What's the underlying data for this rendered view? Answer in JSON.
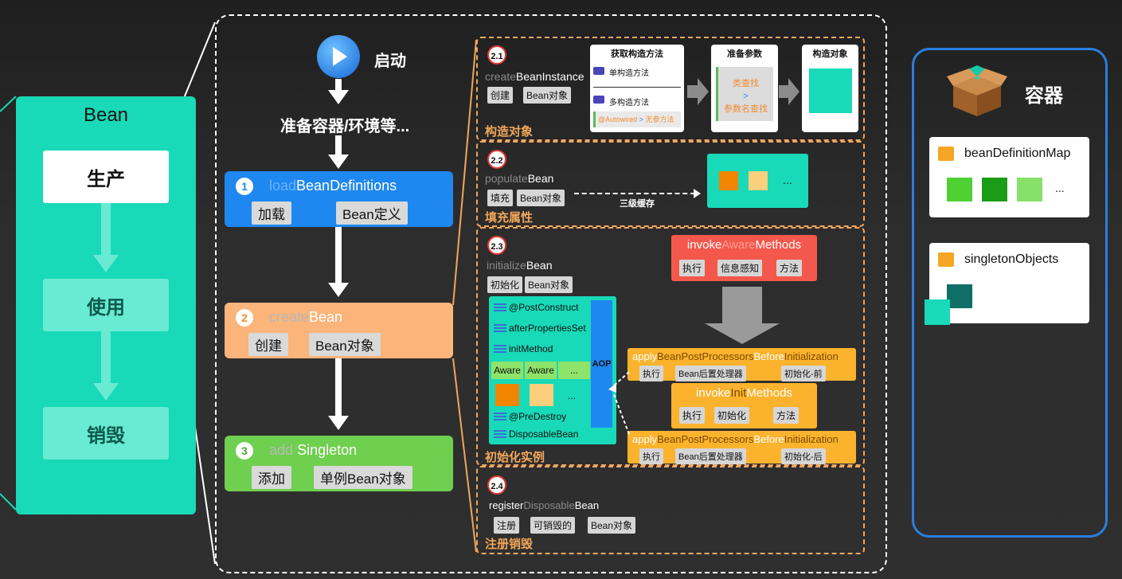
{
  "bean_panel": {
    "title": "Bean",
    "stages": [
      "生产",
      "使用",
      "销毁"
    ]
  },
  "flow": {
    "start_label": "启动",
    "prepare_label": "准备容器/环境等...",
    "steps": [
      {
        "num": "1",
        "fn_prefix": "load",
        "fn_main": "BeanDefinitions",
        "tags": [
          "加载",
          "Bean定义"
        ]
      },
      {
        "num": "2",
        "fn_prefix": "create",
        "fn_main": "Bean",
        "tags": [
          "创建",
          "Bean对象"
        ]
      },
      {
        "num": "3",
        "fn_prefix": "add",
        "fn_main": "Singleton",
        "tags": [
          "添加",
          "单例Bean对象"
        ]
      }
    ]
  },
  "sections": {
    "s21": {
      "num": "2.1",
      "fn_prefix": "create",
      "fn_main": "BeanInstance",
      "tags": [
        "创建",
        "Bean对象"
      ],
      "title": "构造对象",
      "card1": {
        "title": "获取构造方法",
        "item1": "单构造方法",
        "item2": "多构造方法",
        "autowired": "@Autowired",
        "gt": ">",
        "noarg": "无参方法"
      },
      "card2": {
        "title": "准备参数",
        "line1": "类查找",
        "gt": ">",
        "line2": "参数名查找"
      },
      "card3": {
        "title": "构造对象"
      }
    },
    "s22": {
      "num": "2.2",
      "fn_prefix": "populate",
      "fn_main": "Bean",
      "tags": [
        "填充",
        "Bean对象"
      ],
      "title": "填充属性",
      "cache_label": "三级缓存",
      "ellipsis": "..."
    },
    "s23": {
      "num": "2.3",
      "fn_main1": "initialize",
      "fn_main2": "Bean",
      "tags": [
        "初始化",
        "Bean对象"
      ],
      "title": "初始化实例",
      "items": [
        "@PostConstruct",
        "afterPropertiesSet",
        "initMethod"
      ],
      "aware": [
        "Aware",
        "Aware",
        "..."
      ],
      "items2": [
        "@PreDestroy",
        "DisposableBean"
      ],
      "aop": "AOP",
      "ellipsis": "...",
      "aware_methods": {
        "p1": "invoke",
        "p2": "Aware",
        "p3": "Methods",
        "tags": [
          "执行",
          "信息感知",
          "方法"
        ]
      },
      "before": {
        "p1": "apply",
        "p2": "BeanPostProcessors",
        "p3": "Before",
        "p4": "Initialization",
        "tags": [
          "执行",
          "Bean后置处理器",
          "初始化-前"
        ]
      },
      "init_methods": {
        "p1": "invoke",
        "p2": "Init",
        "p3": "Methods",
        "tags": [
          "执行",
          "初始化",
          "方法"
        ]
      },
      "after": {
        "p1": "apply",
        "p2": "BeanPostProcessors",
        "p3": "Before",
        "p4": "Initialization",
        "tags": [
          "执行",
          "Bean后置处理器",
          "初始化-后"
        ]
      }
    },
    "s24": {
      "num": "2.4",
      "fn_p1": "register",
      "fn_p2": "Disposable",
      "fn_p3": "Bean",
      "tags": [
        "注册",
        "可销毁的",
        "Bean对象"
      ],
      "title": "注册销毁"
    }
  },
  "container": {
    "title": "容器",
    "map1": {
      "label": "beanDefinitionMap",
      "ellipsis": "..."
    },
    "map2": {
      "label": "singletonObjects"
    }
  },
  "colors": {
    "teal": "#18d9b8",
    "blue": "#1e88f0",
    "orange": "#fbb47a",
    "green": "#6fcf4e",
    "red": "#f4584c",
    "yellow": "#fbb32e"
  }
}
